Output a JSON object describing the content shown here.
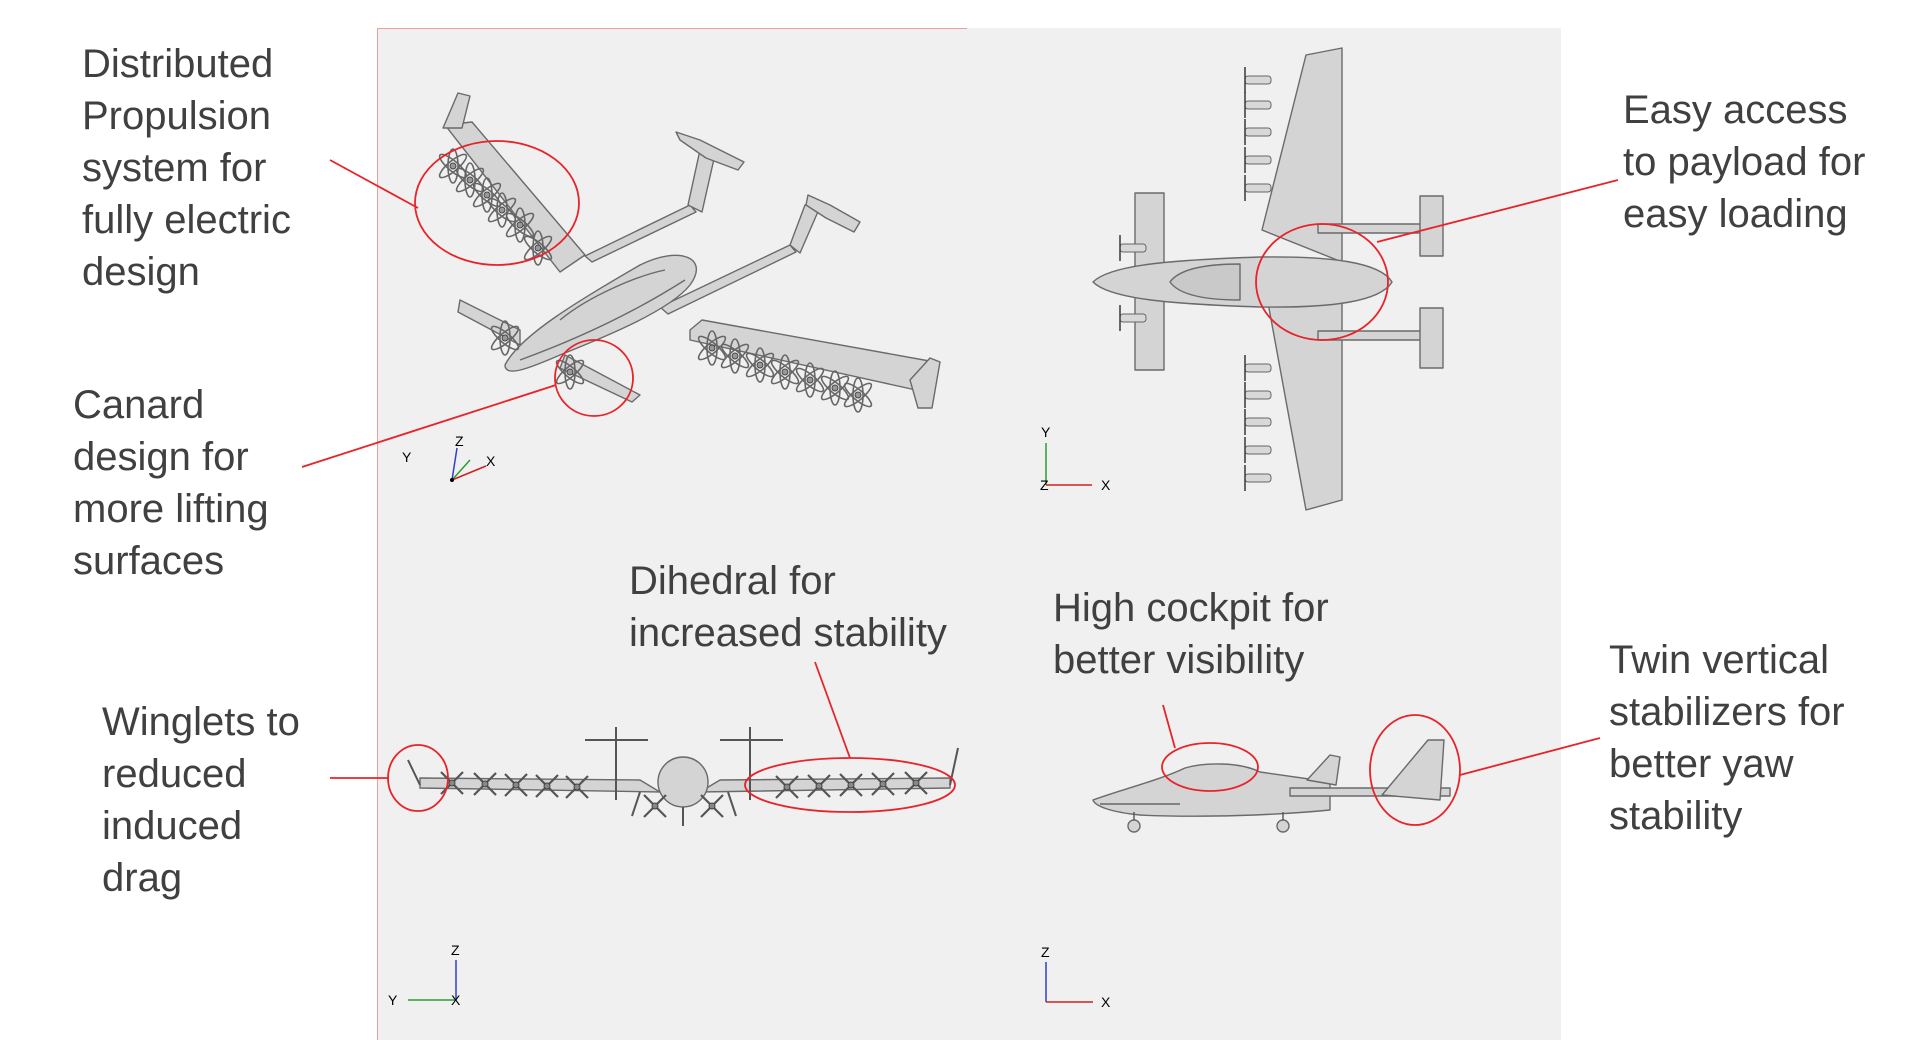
{
  "callouts": {
    "distributed": [
      "Distributed",
      "Propulsion",
      "system for",
      "fully electric",
      "design"
    ],
    "canard": [
      "Canard",
      "design for",
      "more lifting",
      "surfaces"
    ],
    "payload": [
      "Easy access",
      "to payload for",
      "easy loading"
    ],
    "dihedral": [
      "Dihedral for",
      "increased stability"
    ],
    "cockpit": [
      "High cockpit for",
      "better visibility"
    ],
    "winglets": [
      "Winglets to",
      "reduced",
      "induced",
      "drag"
    ],
    "twin": [
      "Twin vertical",
      "stabilizers for",
      "better yaw",
      "stability"
    ]
  },
  "triads": {
    "iso": {
      "a": "Y",
      "b": "Z",
      "c": "X"
    },
    "top": {
      "a": "Y",
      "b": "Z",
      "c": "X"
    },
    "front": {
      "a": "Z",
      "b": "Y"
    },
    "side": {
      "a": "Z",
      "b": "X"
    }
  },
  "colors": {
    "annotation": "#e8232a",
    "panel_bg": "#f0f0f0",
    "aircraft_fill": "#d4d4d4",
    "aircraft_stroke": "#6a6a6a",
    "text": "#404040"
  }
}
